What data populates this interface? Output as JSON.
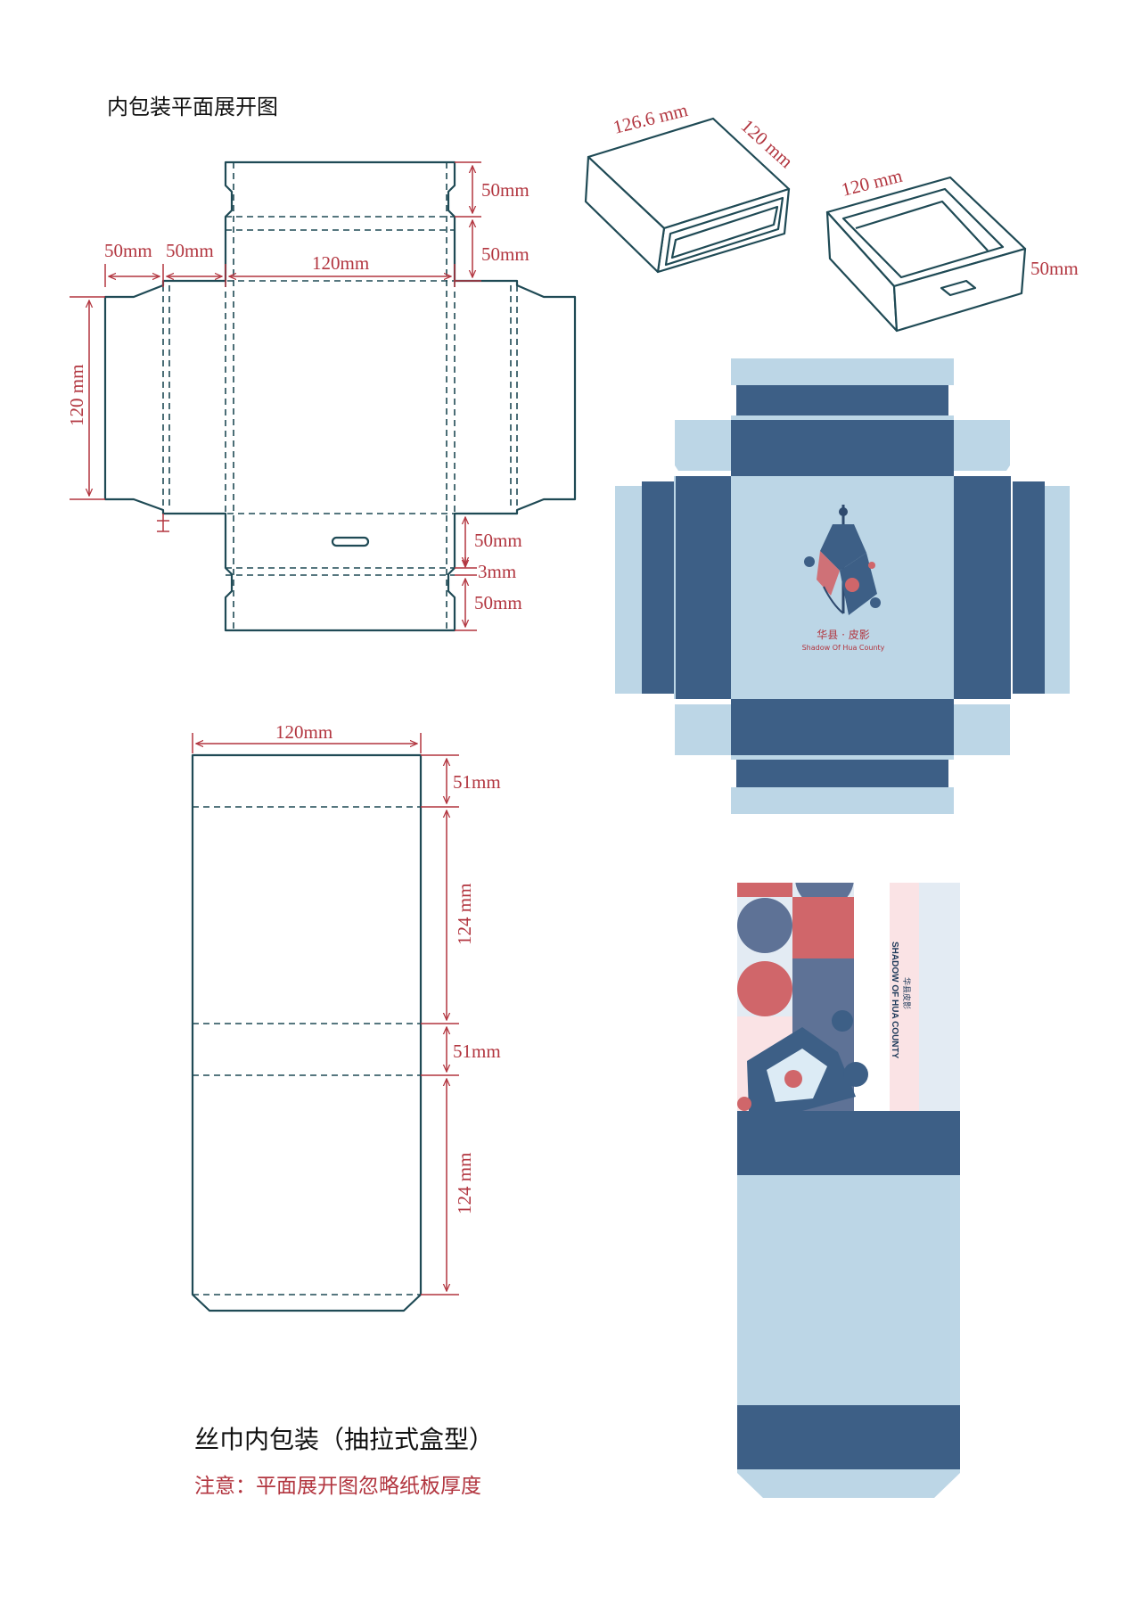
{
  "titles": {
    "top_left": "内包装平面展开图",
    "bottom_main": "丝巾内包装（抽拉式盒型）",
    "bottom_note": "注意：平面展开图忽略纸板厚度"
  },
  "drawer_dims": {
    "top_flap": "50mm",
    "top_side": "50mm",
    "left_outer": "50mm",
    "left_inner": "50mm",
    "width": "120mm",
    "height": "120 mm",
    "bottom_side": "50mm",
    "gap": "3mm",
    "bottom_flap": "50mm"
  },
  "box3d": {
    "sleeve_width": "126.6 mm",
    "sleeve_depth": "120 mm",
    "drawer_width": "120 mm",
    "drawer_height": "50mm"
  },
  "sleeve_dims": {
    "width": "120mm",
    "seg1": "51mm",
    "seg2": "124 mm",
    "seg3": "51mm",
    "seg4": "124 mm"
  },
  "brand": {
    "cn_name": "华县 · 皮影",
    "en_name": "Shadow Of Hua County",
    "sleeve_en": "SHADOW OF HUA COUNTY",
    "sleeve_cn": "华县皮影"
  },
  "colors": {
    "outline": "#1f4a55",
    "dimension": "#b2353f",
    "navy": "#3d5f86",
    "light_blue": "#bcd6e6",
    "red": "#d0666a"
  }
}
